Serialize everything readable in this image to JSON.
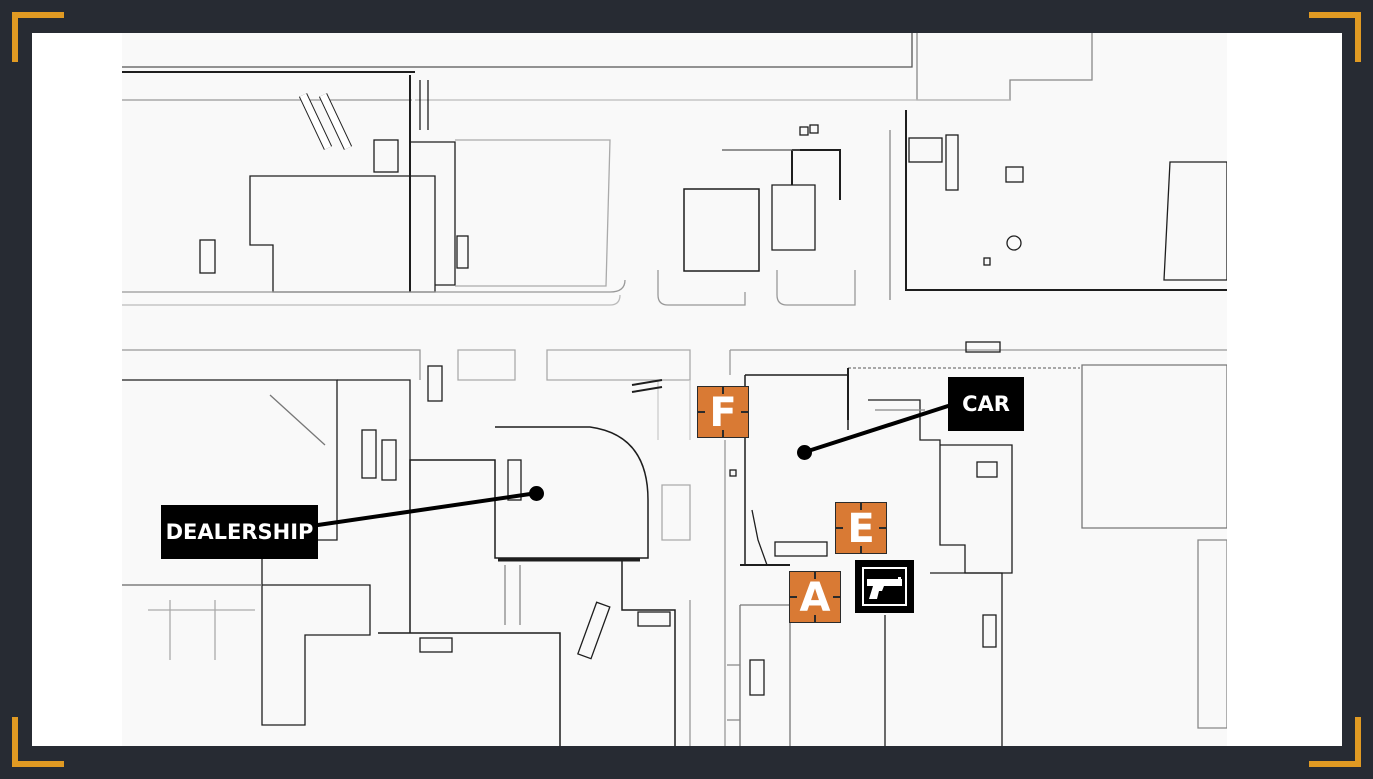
{
  "colors": {
    "frame_background": "#272b33",
    "corner_accent": "#e09a23",
    "marker_fill": "#d97a34",
    "callout_fill": "#000000",
    "callout_text": "#ffffff"
  },
  "markers": [
    {
      "id": "F",
      "label": "F"
    },
    {
      "id": "E",
      "label": "E"
    },
    {
      "id": "A",
      "label": "A"
    }
  ],
  "callouts": {
    "car": {
      "label": "CAR"
    },
    "dealership": {
      "label": "DEALERSHIP"
    }
  },
  "icons": {
    "weapon": "pistol-icon",
    "frame_corners": "bracket-corner-icon"
  }
}
